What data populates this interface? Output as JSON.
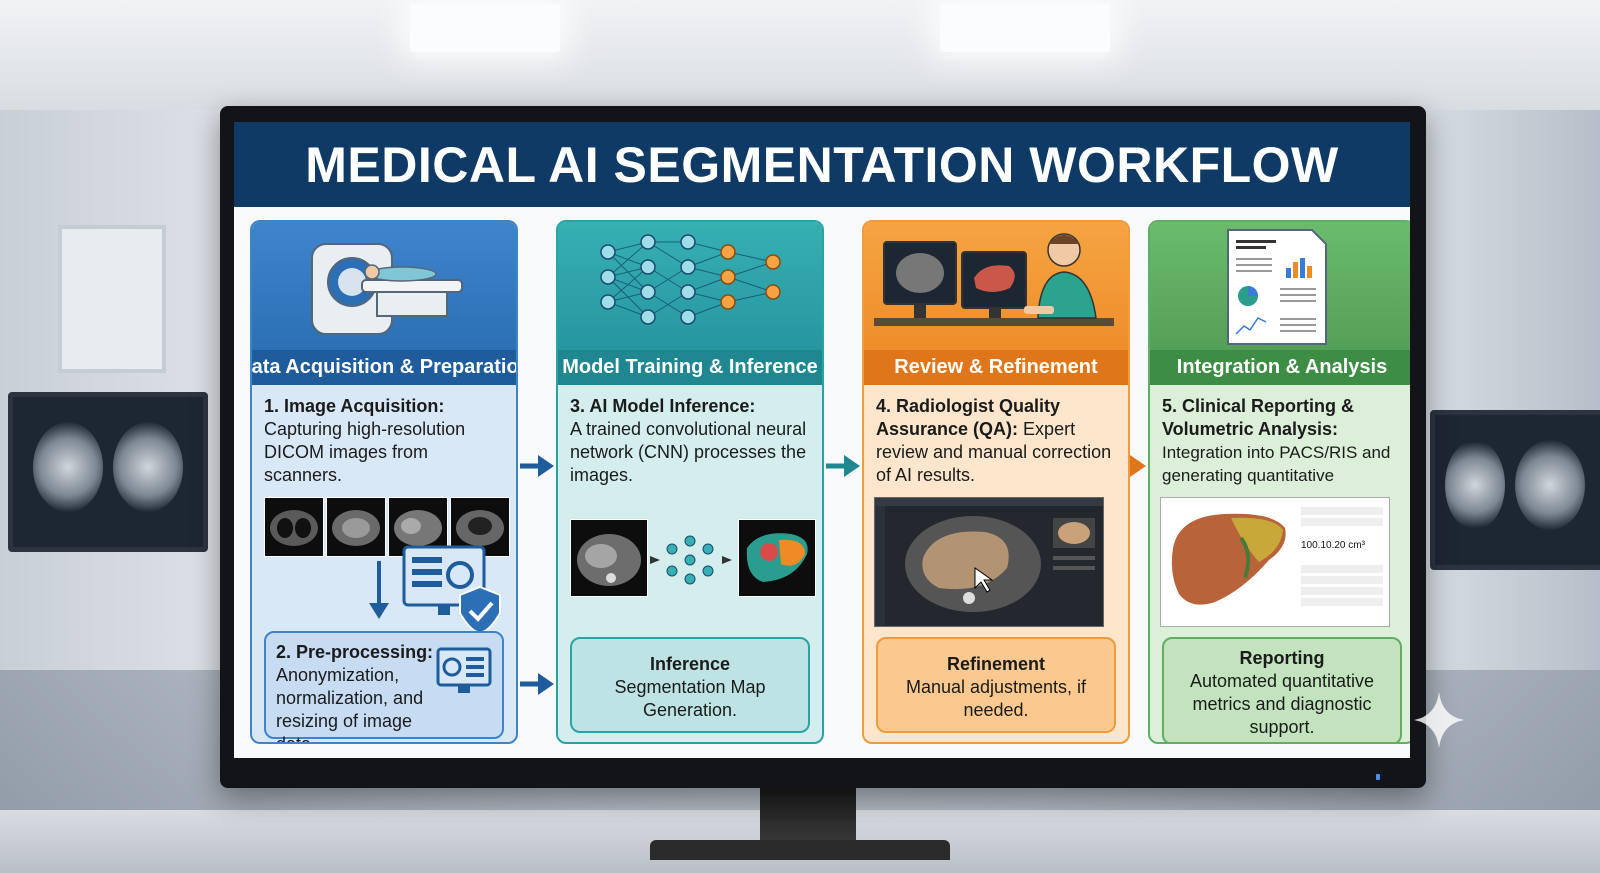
{
  "title": "MEDICAL AI SEGMENTATION WORKFLOW",
  "panels": [
    {
      "header": "Data Acquisition & Preparation",
      "step_title": "1. Image Acquisition:",
      "step_text": "Capturing high-resolution DICOM images from scanners.",
      "sub_title": "2. Pre-processing:",
      "sub_text": "Anonymization, normalization, and resizing of image data."
    },
    {
      "header": "Model Training & Inference",
      "step_title": "3. AI Model Inference:",
      "step_text": "A trained convolutional neural network (CNN) processes the images.",
      "sub_title": "Inference",
      "sub_text": "Segmentation Map Generation."
    },
    {
      "header": "Review & Refinement",
      "step_title": "4. Radiologist Quality Assurance (QA):",
      "step_text": "Expert review and manual correction of AI results.",
      "sub_title": "Refinement",
      "sub_text": "Manual adjustments, if needed."
    },
    {
      "header": "Integration & Analysis",
      "step_title": "5. Clinical Reporting & Volumetric Analysis:",
      "step_text": "Integration into PACS/RIS and generating quantitative",
      "sub_title": "Reporting",
      "sub_text": "Automated quantitative metrics and diagnostic support.",
      "report_value": "100.10.20 cm³"
    }
  ],
  "colors": {
    "title_bar": "#0f3a66",
    "blue": "#1f5c9b",
    "teal": "#1e8790",
    "orange": "#e0761a",
    "green": "#3e8d44"
  }
}
